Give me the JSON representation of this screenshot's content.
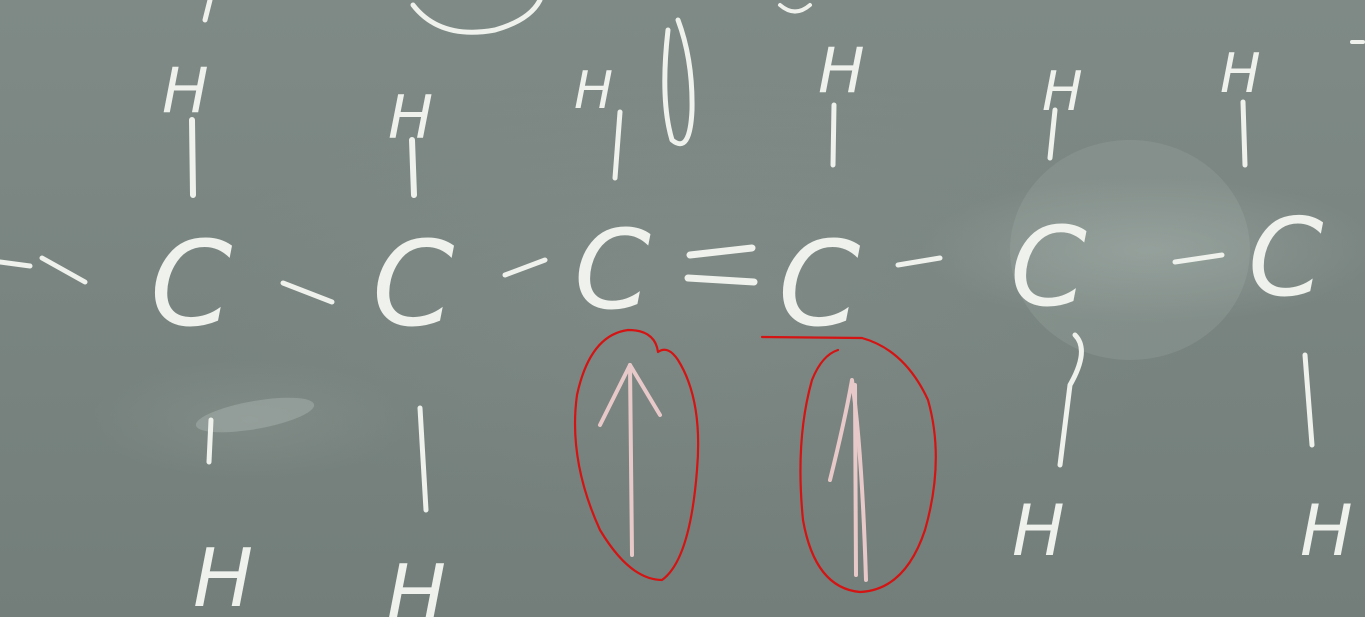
{
  "blackboard": {
    "top_atoms": [
      "H",
      "H",
      "H",
      "H",
      "H",
      "H"
    ],
    "chain_atoms": [
      "C",
      "C",
      "C",
      "C",
      "C",
      "C"
    ],
    "bottom_atoms": [
      "H",
      "H",
      "H",
      "H"
    ],
    "colors": {
      "board": "#7d8884",
      "chalk": "#eef1ec",
      "pink_chalk": "#e8c9c9",
      "red_marker": "#d41313"
    }
  }
}
